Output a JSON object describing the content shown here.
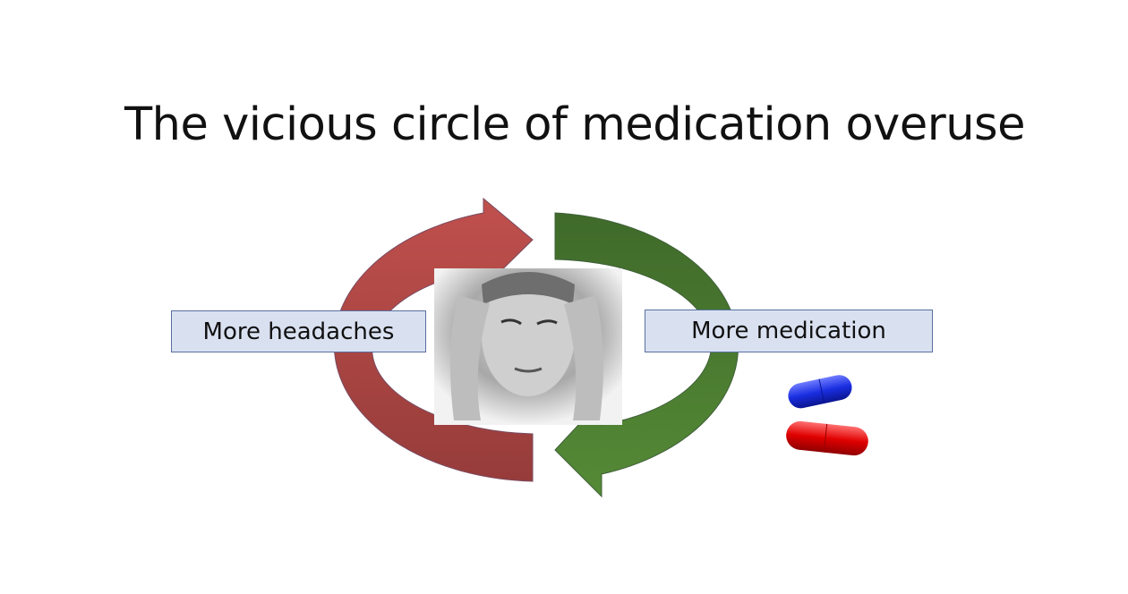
{
  "title": "The vicious circle of medication overuse",
  "labels": {
    "left": "More headaches",
    "right": "More medication"
  },
  "colors": {
    "red_arrow": "#b44b48",
    "green_arrow": "#4a7a30",
    "label_fill": "#d9e1f1",
    "label_border": "#5a6fa0"
  }
}
